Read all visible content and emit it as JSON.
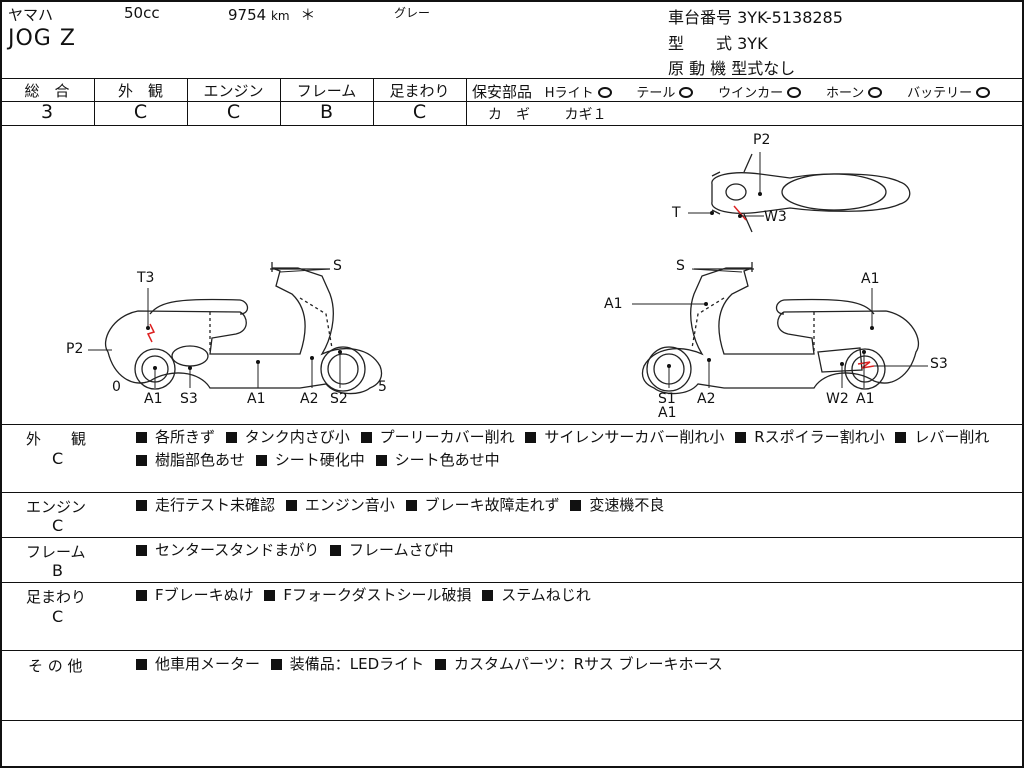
{
  "header": {
    "maker": "ヤマハ",
    "displacement": "50cc",
    "mileage": "9754",
    "mileage_unit": "km",
    "mileage_mark": "＊",
    "color": "グレー",
    "model_name": "JOG Z",
    "frame_no_label": "車台番号",
    "frame_no": "3YK-5138285",
    "model_code_label": "型　　式",
    "model_code": "3YK",
    "engine_label": "原 動 機",
    "engine_value": "型式なし"
  },
  "grades": [
    {
      "label": "総　合",
      "value": "3"
    },
    {
      "label": "外　観",
      "value": "C"
    },
    {
      "label": "エンジン",
      "value": "C"
    },
    {
      "label": "フレーム",
      "value": "B"
    },
    {
      "label": "足まわり",
      "value": "C"
    }
  ],
  "safety": {
    "label": "保安部品",
    "items": [
      "Hライト",
      "テール",
      "ウインカー",
      "ホーン",
      "バッテリー"
    ],
    "key_label": "カ　ギ",
    "key_value": "カギ１"
  },
  "diagram_labels": {
    "left": [
      "T3",
      "S",
      "P2",
      "0",
      "A1",
      "S3",
      "A1",
      "A2",
      "S2",
      "5"
    ],
    "right": [
      "S",
      "A1",
      "A1",
      "S3",
      "S1",
      "A1",
      "A2",
      "W2",
      "A1"
    ],
    "top": [
      "P2",
      "T",
      "W3"
    ]
  },
  "sections": [
    {
      "title": "外　　観",
      "grade": "C",
      "items": [
        "各所きず",
        "タンク内さび小",
        "プーリーカバー削れ",
        "サイレンサーカバー削れ小",
        "Rスポイラー割れ小",
        "レバー削れ",
        "樹脂部色あせ",
        "シート硬化中",
        "シート色あせ中"
      ]
    },
    {
      "title": "エンジン",
      "grade": "C",
      "items": [
        "走行テスト未確認",
        "エンジン音小",
        "ブレーキ故障走れず",
        "変速機不良"
      ]
    },
    {
      "title": "フレーム",
      "grade": "B",
      "items": [
        "センタースタンドまがり",
        "フレームさび中"
      ]
    },
    {
      "title": "足まわり",
      "grade": "C",
      "items": [
        "Fブレーキぬけ",
        "Fフォークダストシール破損",
        "ステムねじれ"
      ]
    },
    {
      "title": "そ の 他",
      "grade": "",
      "items": [
        "他車用メーター",
        "装備品：LEDライト",
        "カスタムパーツ：Rサス ブレーキホース"
      ]
    }
  ]
}
